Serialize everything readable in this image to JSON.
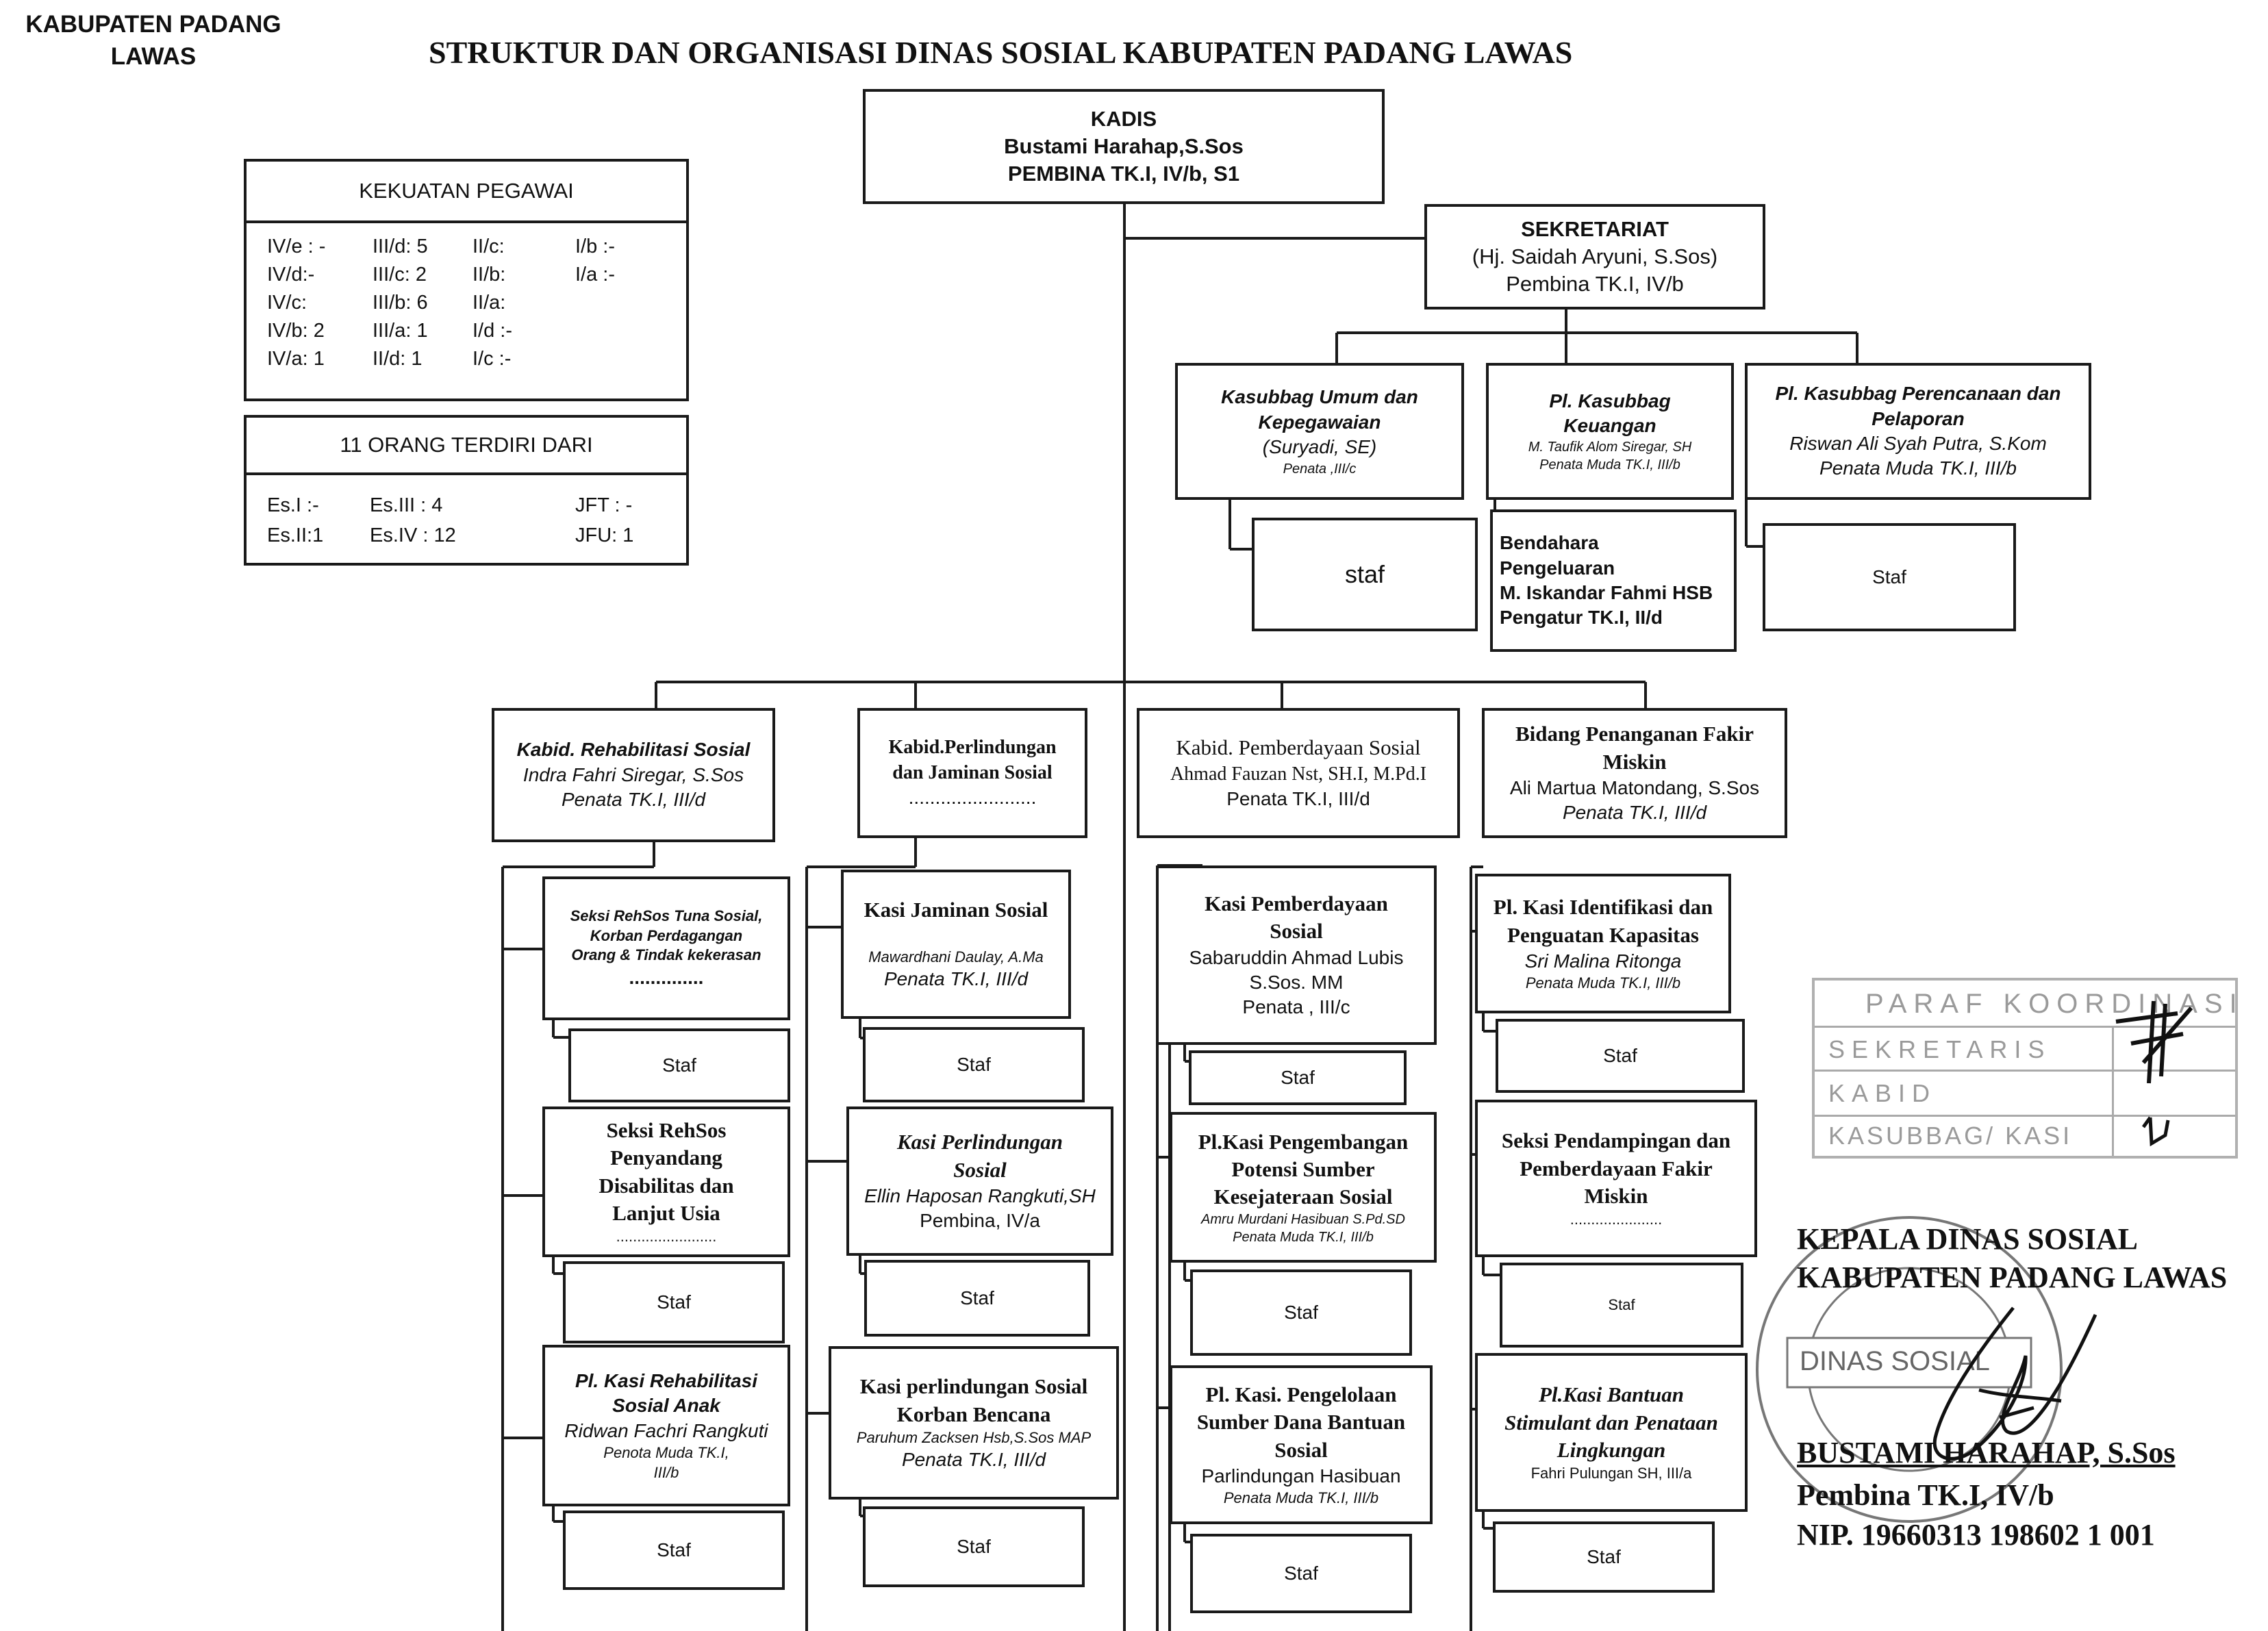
{
  "header": {
    "regency_line1": "KABUPATEN PADANG",
    "regency_line2": "LAWAS",
    "title": "STRUKTUR DAN ORGANISASI DINAS SOSIAL KABUPATEN PADANG LAWAS"
  },
  "kadis": {
    "role": "KADIS",
    "name": "Bustami Harahap,S.Sos",
    "rank": "PEMBINA TK.I, IV/b, S1"
  },
  "sekretariat": {
    "role": "SEKRETARIAT",
    "name": "(Hj. Saidah Aryuni, S.Sos)",
    "rank": "Pembina TK.I, IV/b"
  },
  "kekuatan": {
    "title": "KEKUATAN PEGAWAI",
    "cols": [
      [
        "IV/e : -",
        "IV/d:-",
        "IV/c:",
        "IV/b: 2",
        "IV/a: 1"
      ],
      [
        "III/d: 5",
        "III/c: 2",
        "III/b: 6",
        "III/a: 1",
        "II/d: 1"
      ],
      [
        "II/c:",
        "II/b:",
        "II/a:",
        "I/d :-",
        "I/c :-"
      ],
      [
        "I/b :-",
        "I/a :-"
      ]
    ]
  },
  "terdiri": {
    "title": "11 ORANG TERDIRI DARI",
    "items": [
      "Es.I :-",
      "Es.II:1",
      "Es.III : 4",
      "Es.IV : 12",
      "JFT : -",
      "JFU: 1"
    ]
  },
  "subbag": {
    "umum": {
      "title1": "Kasubbag Umum dan",
      "title2": "Kepegawaian",
      "name": "(Suryadi, SE)",
      "rank": "Penata ,III/c"
    },
    "keuangan": {
      "title1": "Pl. Kasubbag",
      "title2": "Keuangan",
      "name": "M. Taufik Alom Siregar, SH",
      "rank": "Penata Muda TK.I, III/b"
    },
    "perencanaan": {
      "title1": "Pl. Kasubbag Perencanaan dan",
      "title2": "Pelaporan",
      "name": "Riswan Ali Syah Putra, S.Kom",
      "rank": "Penata Muda TK.I, III/b"
    },
    "staf_umum": "staf",
    "bendahara": {
      "l1": "Bendahara",
      "l2": "Pengeluaran",
      "l3": "M. Iskandar  Fahmi HSB",
      "l4": "Pengatur TK.I, II/d"
    },
    "staf_perencanaan": "Staf"
  },
  "bidang": [
    {
      "head": {
        "l1": "Kabid. Rehabilitasi Sosial",
        "l2": "Indra Fahri Siregar, S.Sos",
        "l3": "Penata TK.I, III/d"
      },
      "seksi": [
        {
          "l1": "Seksi RehSos Tuna Sosial,",
          "l2": "Korban Perdagangan",
          "l3": "Orang & Tindak kekerasan",
          "l4": "..............",
          "staf": "Staf"
        },
        {
          "l1": "Seksi RehSos",
          "l2": "Penyandang",
          "l3": "Disabilitas dan",
          "l4": "Lanjut Usia",
          "l5": "........................",
          "staf": "Staf"
        },
        {
          "l1": "Pl. Kasi Rehabilitasi",
          "l2": "Sosial Anak",
          "l3": "Ridwan Fachri Rangkuti",
          "l4": "Penota Muda TK.I,",
          "l5": "III/b",
          "staf": "Staf"
        }
      ]
    },
    {
      "head": {
        "l1": "Kabid.Perlindungan",
        "l2": "dan Jaminan Sosial",
        "l3": "........................"
      },
      "seksi": [
        {
          "l1": "Kasi Jaminan Sosial",
          "l2": "Mawardhani Daulay, A.Ma",
          "l3": "Penata TK.I, III/d",
          "staf": "Staf"
        },
        {
          "l1": "Kasi  Perlindungan",
          "l2": "Sosial",
          "l3": "Ellin Haposan Rangkuti,SH",
          "l4": "Pembina, IV/a",
          "staf": "Staf"
        },
        {
          "l1": "Kasi perlindungan Sosial",
          "l2": "Korban Bencana",
          "l3": "Paruhum Zacksen Hsb,S.Sos MAP",
          "l4": "Penata TK.I, III/d",
          "staf": "Staf"
        }
      ]
    },
    {
      "head": {
        "l1": "Kabid. Pemberdayaan Sosial",
        "l2": "Ahmad Fauzan Nst, SH.I, M.Pd.I",
        "l3": "Penata TK.I, III/d"
      },
      "seksi": [
        {
          "l1": "Kasi Pemberdayaan",
          "l2": "Sosial",
          "l3": "Sabaruddin Ahmad Lubis",
          "l4": "S.Sos. MM",
          "l5": "Penata , III/c",
          "staf": "Staf"
        },
        {
          "l1": "Pl.Kasi  Pengembangan",
          "l2": "Potensi Sumber",
          "l3": "Kesejateraan Sosial",
          "l4": "Amru Murdani Hasibuan S.Pd.SD",
          "l5": "Penata Muda TK.I,  III/b",
          "staf": "Staf"
        },
        {
          "l1": "Pl. Kasi. Pengelolaan",
          "l2": "Sumber Dana Bantuan",
          "l3": "Sosial",
          "l4": "Parlindungan Hasibuan",
          "l5": "Penata Muda TK.I,  III/b",
          "staf": "Staf"
        }
      ]
    },
    {
      "head": {
        "l1": "Bidang Penanganan Fakir",
        "l2": "Miskin",
        "l3": "Ali Martua Matondang, S.Sos",
        "l4": "Penata TK.I, III/d"
      },
      "seksi": [
        {
          "l1": "Pl. Kasi Identifikasi dan",
          "l2": "Penguatan Kapasitas",
          "l3": "Sri Malina Ritonga",
          "l4": "Penata Muda TK.I,  III/b",
          "staf": "Staf"
        },
        {
          "l1": "Seksi Pendampingan dan",
          "l2": "Pemberdayaan Fakir",
          "l3": "Miskin",
          "l4": "......................",
          "staf": "Staf"
        },
        {
          "l1": "Pl.Kasi  Bantuan",
          "l2": "Stimulant dan Penataan",
          "l3": "Lingkungan",
          "l4": "Fahri Pulungan SH, III/a",
          "staf": "Staf"
        }
      ]
    }
  ],
  "paraf": {
    "title": "PARAF KOORDINASI",
    "rows": [
      "SEKRETARIS",
      "KABID",
      "KASUBBAG/ KASI"
    ]
  },
  "stamp": {
    "text": "DINAS SOSIAL"
  },
  "signature": {
    "line1": "KEPALA DINAS SOSIAL",
    "line2": "KABUPATEN PADANG LAWAS",
    "name": "BUSTAMI HARAHAP, S.Sos",
    "rank": "Pembina TK.I, IV/b",
    "nip": "NIP. 19660313 198602 1 001"
  }
}
